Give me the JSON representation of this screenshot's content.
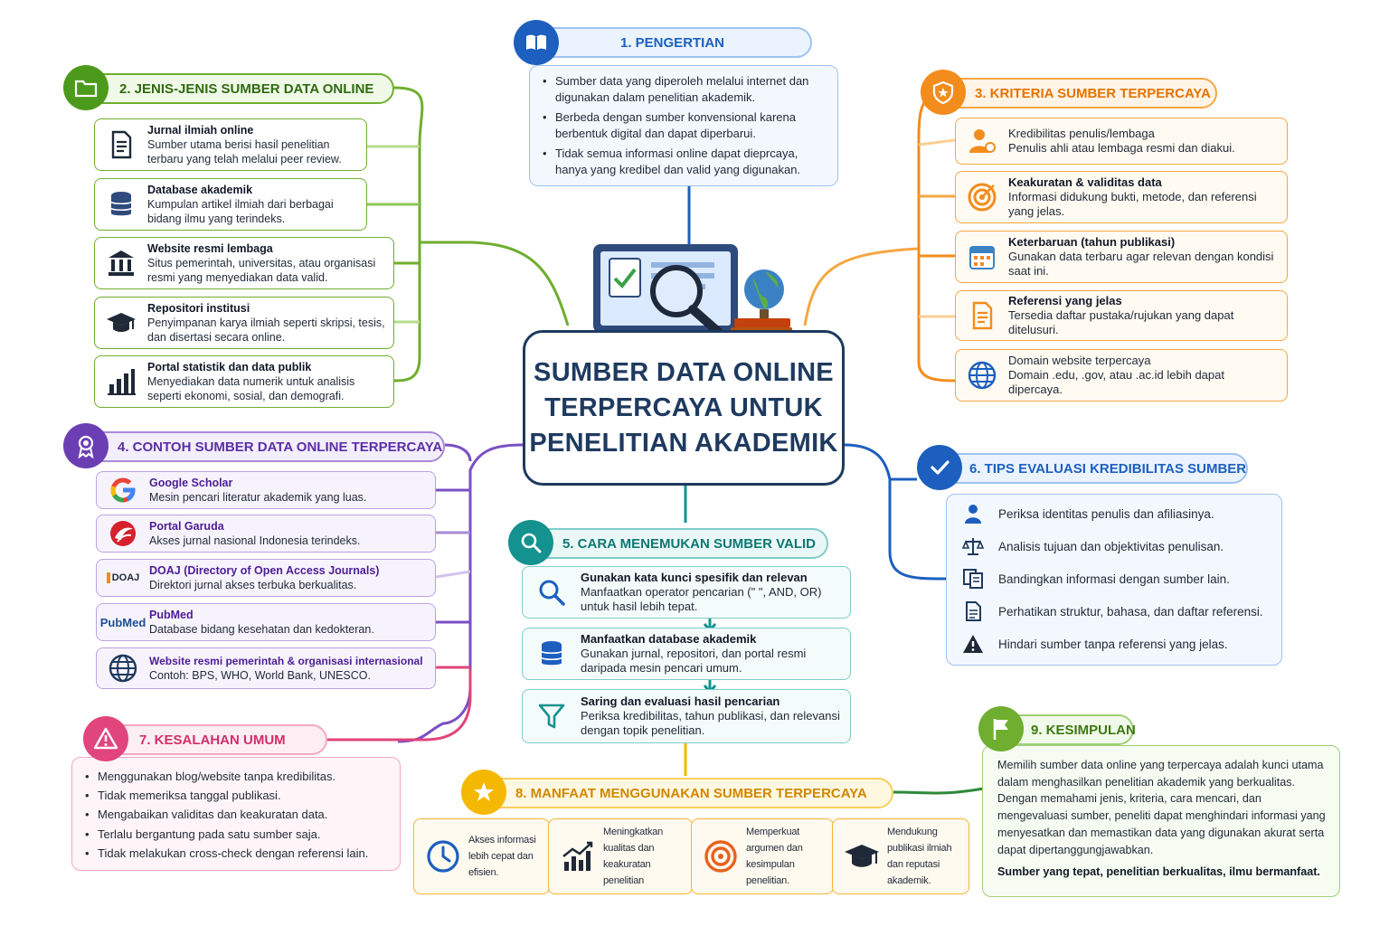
{
  "center": {
    "title": "SUMBER DATA ONLINE TERPERCAYA UNTUK PENELITIAN AKADEMIK"
  },
  "colors": {
    "blue": "#1d5fbf",
    "green": "#4c9a1c",
    "orange": "#f28c1c",
    "purple": "#6b3fb3",
    "teal": "#14928f",
    "pink": "#e0457b",
    "gold": "#f5b800",
    "lime": "#6fae2e",
    "navy": "#1e3a5f"
  },
  "s1": {
    "title": "1. PENGERTIAN",
    "icon": "open-book-icon",
    "bullets": [
      "Sumber data yang diperoleh melalui internet dan digunakan dalam penelitian akademik.",
      "Berbeda dengan sumber konvensional karena berbentuk digital dan dapat diperbarui.",
      "Tidak semua informasi online dapat dieprcaya, hanya yang kredibel dan valid yang digunakan."
    ]
  },
  "s2": {
    "title": "2. JENIS-JENIS SUMBER DATA ONLINE",
    "icon": "folder-icon",
    "items": [
      {
        "title": "Jurnal ilmiah online",
        "desc": "Sumber utama berisi hasil penelitian terbaru yang telah melalui peer review.",
        "icon": "document-icon"
      },
      {
        "title": "Database akademik",
        "desc": "Kumpulan artikel ilmiah dari berbagai bidang ilmu yang terindeks.",
        "icon": "database-icon"
      },
      {
        "title": "Website resmi lembaga",
        "desc": "Situs pemerintah, universitas, atau organisasi resmi yang menyediakan data valid.",
        "icon": "institution-icon"
      },
      {
        "title": "Repositori institusi",
        "desc": "Penyimpanan karya ilmiah seperti skripsi, tesis, dan disertasi secara online.",
        "icon": "graduation-cap-icon"
      },
      {
        "title": "Portal statistik dan data publik",
        "desc": "Menyediakan data numerik untuk analisis seperti ekonomi, sosial, dan demografi.",
        "icon": "bar-chart-icon"
      }
    ]
  },
  "s3": {
    "title": "3. KRITERIA SUMBER TERPERCAYA",
    "icon": "shield-star-icon",
    "items": [
      {
        "title": "Kredibilitas penulis/lembaga",
        "desc": "Penulis ahli atau lembaga resmi dan diakui.",
        "icon": "author-icon"
      },
      {
        "title": "Keakuratan & validitas data",
        "desc": "Informasi didukung bukti, metode, dan referensi yang jelas.",
        "icon": "target-icon"
      },
      {
        "title": "Keterbaruan (tahun publikasi)",
        "desc": "Gunakan data terbaru agar relevan dengan kondisi saat ini.",
        "icon": "calendar-icon"
      },
      {
        "title": "Referensi yang jelas",
        "desc": "Tersedia daftar pustaka/rujukan yang dapat ditelusuri.",
        "icon": "reference-doc-icon"
      },
      {
        "title": "Domain website terpercaya",
        "desc": "Domain .edu, .gov, atau .ac.id lebih dapat dipercaya.",
        "icon": "globe-icon"
      }
    ]
  },
  "s4": {
    "title": "4. CONTOH SUMBER DATA ONLINE TERPERCAYA",
    "icon": "award-ribbon-icon",
    "items": [
      {
        "title": "Google Scholar",
        "desc": "Mesin pencari literatur akademik yang luas.",
        "icon": "google-logo-icon"
      },
      {
        "title": "Portal Garuda",
        "desc": "Akses jurnal nasional Indonesia terindeks.",
        "icon": "garuda-logo-icon"
      },
      {
        "title": "DOAJ (Directory of Open Access Journals)",
        "desc": "Direktori jurnal akses terbuka berkualitas.",
        "icon": "doaj-logo-icon",
        "logo": "DOAJ"
      },
      {
        "title": "PubMed",
        "desc": "Database bidang kesehatan dan kedokteran.",
        "icon": "pubmed-logo-icon",
        "logo": "PubMed"
      },
      {
        "title": "Website resmi pemerintah & organisasi internasional",
        "desc": "Contoh: BPS, WHO, World Bank, UNESCO.",
        "icon": "globe-icon"
      }
    ]
  },
  "s5": {
    "title": "5. CARA MENEMUKAN SUMBER VALID",
    "icon": "search-icon",
    "items": [
      {
        "title": "Gunakan kata kunci spesifik dan relevan",
        "desc": "Manfaatkan operator pencarian (\" \", AND, OR) untuk hasil lebih tepat.",
        "icon": "magnifier-icon"
      },
      {
        "title": "Manfaatkan database akademik",
        "desc": "Gunakan jurnal, repositori, dan portal resmi daripada mesin pencari umum.",
        "icon": "database-icon"
      },
      {
        "title": "Saring dan evaluasi hasil pencarian",
        "desc": "Periksa kredibilitas, tahun publikasi, dan relevansi dengan topik penelitian.",
        "icon": "filter-icon"
      }
    ]
  },
  "s6": {
    "title": "6. TIPS EVALUASI KREDIBILITAS SUMBER",
    "icon": "check-circle-icon",
    "items": [
      {
        "text": "Periksa identitas penulis dan afiliasinya.",
        "icon": "person-icon"
      },
      {
        "text": "Analisis tujuan dan objektivitas penulisan.",
        "icon": "scale-icon"
      },
      {
        "text": "Bandingkan informasi dengan sumber lain.",
        "icon": "compare-docs-icon"
      },
      {
        "text": "Perhatikan struktur, bahasa, dan daftar referensi.",
        "icon": "document-icon"
      },
      {
        "text": "Hindari sumber tanpa referensi yang jelas.",
        "icon": "warning-icon"
      }
    ]
  },
  "s7": {
    "title": "7. KESALAHAN UMUM",
    "icon": "alert-icon",
    "bullets": [
      "Menggunakan blog/website tanpa kredibilitas.",
      "Tidak memeriksa tanggal publikasi.",
      "Mengabaikan validitas dan keakuratan data.",
      "Terlalu bergantung pada satu sumber saja.",
      "Tidak melakukan cross-check dengan referensi lain."
    ]
  },
  "s8": {
    "title": "8. MANFAAT MENGGUNAKAN SUMBER TERPERCAYA",
    "icon": "star-icon",
    "items": [
      {
        "text": "Akses informasi lebih cepat dan efisien.",
        "icon": "clock-icon"
      },
      {
        "text": "Meningkatkan kualitas dan keakuratan penelitian",
        "icon": "growth-chart-icon"
      },
      {
        "text": "Memperkuat argumen dan kesimpulan penelitian.",
        "icon": "target-icon"
      },
      {
        "text": "Mendukung publikasi ilmiah dan reputasi akademik.",
        "icon": "graduation-cap-icon"
      }
    ]
  },
  "s9": {
    "title": "9. KESIMPULAN",
    "icon": "flag-icon",
    "paragraph": "Memilih sumber data online yang terpercaya adalah kunci utama dalam menghasilkan penelitian akademik yang berkualitas. Dengan memahami jenis, kriteria, cara mencari, dan mengevaluasi sumber, peneliti dapat menghindari informasi yang menyesatkan dan memastikan data yang digunakan akurat serta dapat dipertanggungjawabkan.",
    "closing": "Sumber yang tepat, penelitian berkualitas, ilmu bermanfaat."
  }
}
